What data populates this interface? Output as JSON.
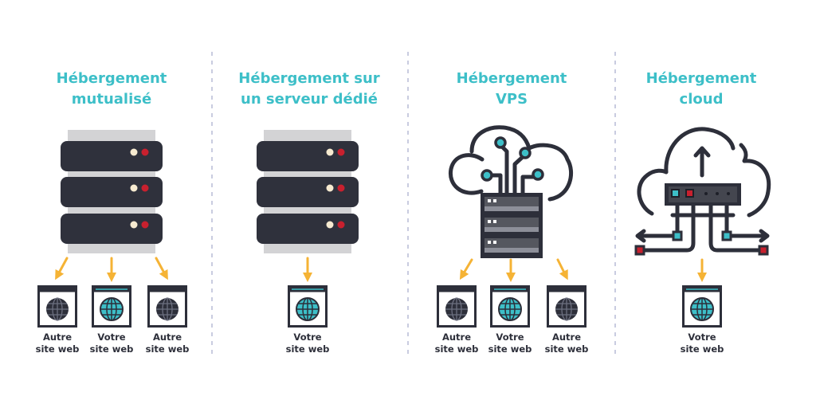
{
  "columns": [
    {
      "title": [
        "Hébergement",
        "mutualisé"
      ],
      "sites": [
        [
          "Autre",
          "site web"
        ],
        [
          "Votre",
          "site web"
        ],
        [
          "Autre",
          "site web"
        ]
      ]
    },
    {
      "title": [
        "Hébergement sur",
        "un serveur dédié"
      ],
      "sites": [
        [
          "Votre",
          "site web"
        ]
      ]
    },
    {
      "title": [
        "Hébergement",
        "VPS"
      ],
      "sites": [
        [
          "Autre",
          "site web"
        ],
        [
          "Votre",
          "site web"
        ],
        [
          "Autre",
          "site web"
        ]
      ]
    },
    {
      "title": [
        "Hébergement",
        "cloud"
      ],
      "sites": [
        [
          "Votre",
          "site web"
        ]
      ]
    }
  ],
  "colors": {
    "accent": "#3dbfc8",
    "dark": "#2d2f3a",
    "arrow": "#f5b335",
    "led_red": "#c8202e",
    "led_cream": "#f6ead0"
  }
}
